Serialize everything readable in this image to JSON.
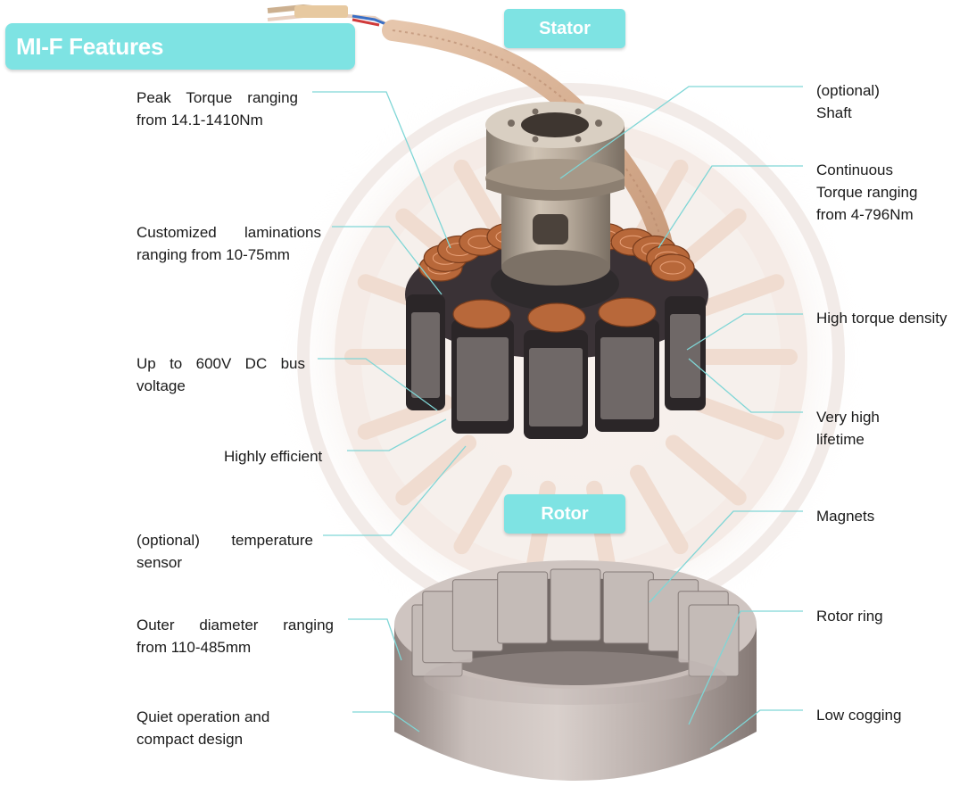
{
  "title": "MI-F Features",
  "sections": {
    "stator": "Stator",
    "rotor": "Rotor"
  },
  "left_labels": {
    "peak_torque": [
      "Peak Torque ranging",
      "from 14.1-1410Nm"
    ],
    "laminations": [
      "Customized laminations",
      "ranging from 10-75mm"
    ],
    "dc_bus": [
      "Up to 600V DC bus",
      "voltage"
    ],
    "efficient": [
      "Highly efficient"
    ],
    "temperature": [
      "(optional) temperature",
      "sensor"
    ],
    "outer_diameter": [
      "Outer diameter ranging",
      "from 110-485mm"
    ],
    "quiet": [
      "Quiet operation and",
      "compact design"
    ]
  },
  "right_labels": {
    "shaft": [
      "(optional)",
      "Shaft"
    ],
    "continuous_torque": [
      "Continuous",
      "Torque ranging",
      "from 4-796Nm"
    ],
    "torque_density": [
      "High torque density"
    ],
    "lifetime": [
      "Very high",
      "lifetime"
    ],
    "magnets": [
      "Magnets"
    ],
    "rotor_ring": [
      "Rotor ring"
    ],
    "cogging": [
      "Low cogging"
    ]
  },
  "colors": {
    "accent": "#7ee3e3",
    "leader_line": "#7fd6d6",
    "copper": "#b8683a",
    "steel": "#a89c98"
  }
}
